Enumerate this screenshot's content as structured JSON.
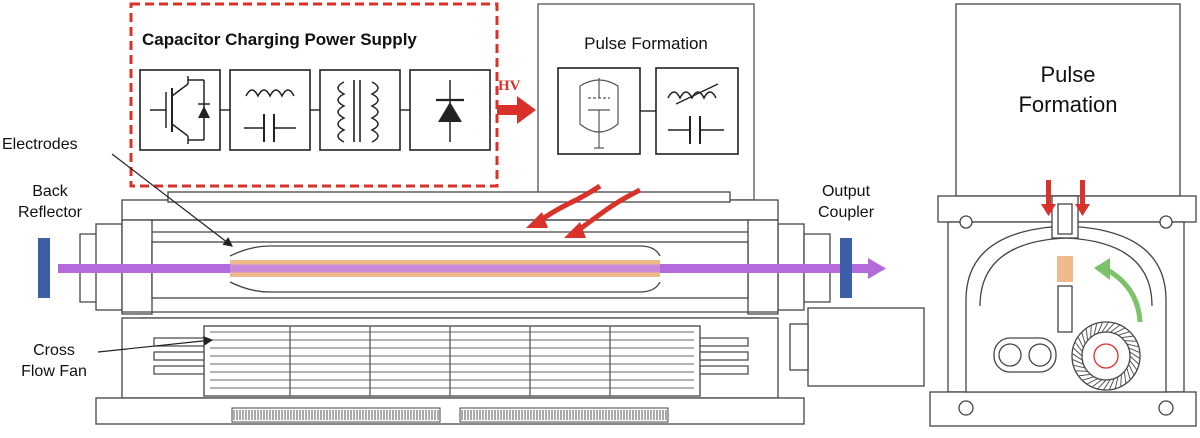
{
  "power_supply": {
    "title": "Capacitor Charging Power Supply",
    "components": [
      "igbt-switch",
      "lc-resonant-circuit",
      "transformer",
      "diode-rectifier"
    ]
  },
  "hv_label": "HV",
  "pulse_formation_top": {
    "title": "Pulse Formation",
    "components": [
      "thyratron-switch",
      "saturable-inductor-capacitor"
    ]
  },
  "pulse_formation_side": {
    "title_line1": "Pulse",
    "title_line2": "Formation"
  },
  "labels": {
    "electrodes": "Electrodes",
    "back_reflector_line1": "Back",
    "back_reflector_line2": "Reflector",
    "output_coupler_line1": "Output",
    "output_coupler_line2": "Coupler",
    "cross_flow_fan_line1": "Cross",
    "cross_flow_fan_line2": "Flow Fan"
  },
  "colors": {
    "dashed_border": "#d8322a",
    "hv_arrow": "#d8322a",
    "laser_beam": "#b46adb",
    "discharge": "#f0b98a",
    "reflector": "#3d5ea8",
    "gas_flow_arrow": "#d8322a",
    "fan_flow_arrow": "#7cc26a",
    "structure": "#444444"
  }
}
